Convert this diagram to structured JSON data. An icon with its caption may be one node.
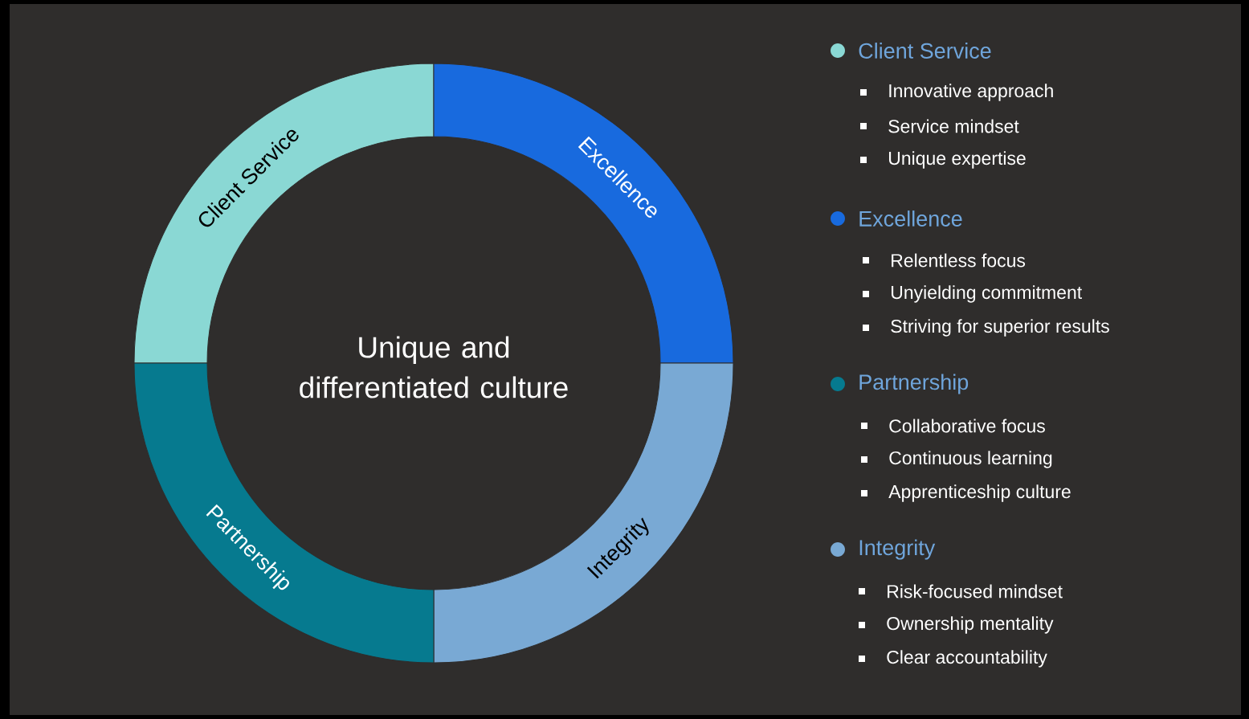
{
  "diagram": {
    "nodes": [
      {
        "text": [
          "Unique and differentiated culture"
        ]
      },
      {
        "text": [
          "Client Service"
        ]
      },
      {
        "text": [
          "Excellence"
        ]
      },
      {
        "text": [
          "Integrity"
        ]
      },
      {
        "text": [
          "Partnership"
        ]
      }
    ],
    "edges": [],
    "legend": [
      {
        "text": "Client Service",
        "color": "#8ad8d4"
      },
      {
        "text": "Excellence",
        "color": "#186ade"
      },
      {
        "text": "Partnership",
        "color": "#067a8f"
      },
      {
        "text": "Integrity",
        "color": "#79a9d4"
      }
    ],
    "labels": [
      "Innovative approach",
      "Service mindset",
      "Unique expertise",
      "Relentless focus",
      "Unyielding commitment",
      "Striving for superior results",
      "Collaborative focus",
      "Continuous learning",
      "Apprenticeship culture",
      "Risk-focused mindset",
      "Ownership mentality",
      "Clear accountability"
    ]
  }
}
